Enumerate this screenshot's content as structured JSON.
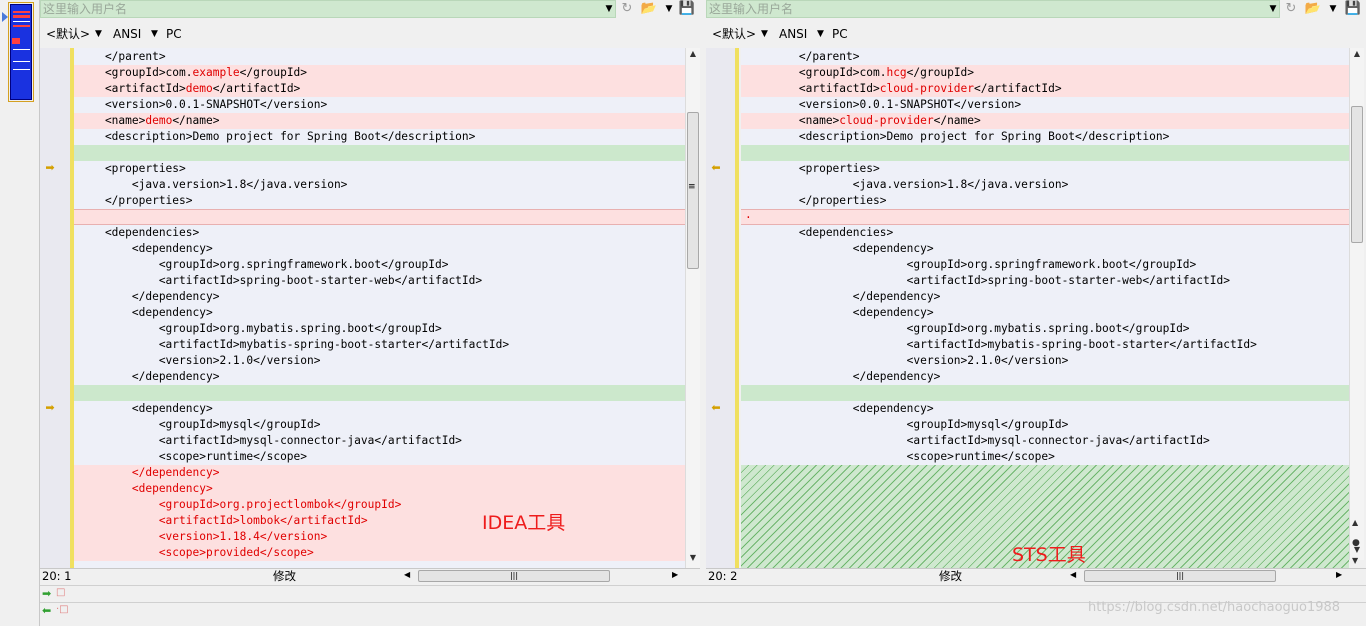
{
  "left": {
    "username_placeholder": "这里输入用户名",
    "encoding": {
      "profile": "<默认>",
      "charset": "ANSI",
      "lineend": "PC"
    },
    "status": {
      "position": "20: 1",
      "state": "修改"
    },
    "annotation": "IDEA工具",
    "lines": [
      {
        "segs": [
          {
            "t": "    </parent>"
          }
        ],
        "bg": ""
      },
      {
        "segs": [
          {
            "t": "    <groupId>com."
          },
          {
            "t": "example",
            "c": "red"
          },
          {
            "t": "</groupId>"
          }
        ],
        "bg": "red"
      },
      {
        "segs": [
          {
            "t": "    <artifactId>"
          },
          {
            "t": "demo",
            "c": "red"
          },
          {
            "t": "</artifactId>"
          }
        ],
        "bg": "red"
      },
      {
        "segs": [
          {
            "t": "    <version>0.0.1-SNAPSHOT</version>"
          }
        ],
        "bg": ""
      },
      {
        "segs": [
          {
            "t": "    <name>"
          },
          {
            "t": "demo",
            "c": "red"
          },
          {
            "t": "</name>"
          }
        ],
        "bg": "red"
      },
      {
        "segs": [
          {
            "t": "    <description>Demo project for Spring Boot</description>"
          }
        ],
        "bg": ""
      },
      {
        "segs": [
          {
            "t": ""
          }
        ],
        "bg": "green"
      },
      {
        "segs": [
          {
            "t": "    <properties>"
          }
        ],
        "bg": ""
      },
      {
        "segs": [
          {
            "t": "        <java.version>1.8</java.version>"
          }
        ],
        "bg": ""
      },
      {
        "segs": [
          {
            "t": "    </properties>"
          }
        ],
        "bg": ""
      },
      {
        "segs": [
          {
            "t": ""
          }
        ],
        "bg": "redb"
      },
      {
        "segs": [
          {
            "t": "    <dependencies>"
          }
        ],
        "bg": ""
      },
      {
        "segs": [
          {
            "t": "        <dependency>"
          }
        ],
        "bg": ""
      },
      {
        "segs": [
          {
            "t": "            <groupId>org.springframework.boot</groupId>"
          }
        ],
        "bg": ""
      },
      {
        "segs": [
          {
            "t": "            <artifactId>spring-boot-starter-web</artifactId>"
          }
        ],
        "bg": ""
      },
      {
        "segs": [
          {
            "t": "        </dependency>"
          }
        ],
        "bg": ""
      },
      {
        "segs": [
          {
            "t": "        <dependency>"
          }
        ],
        "bg": ""
      },
      {
        "segs": [
          {
            "t": "            <groupId>org.mybatis.spring.boot</groupId>"
          }
        ],
        "bg": ""
      },
      {
        "segs": [
          {
            "t": "            <artifactId>mybatis-spring-boot-starter</artifactId>"
          }
        ],
        "bg": ""
      },
      {
        "segs": [
          {
            "t": "            <version>2.1.0</version>"
          }
        ],
        "bg": ""
      },
      {
        "segs": [
          {
            "t": "        </dependency>"
          }
        ],
        "bg": ""
      },
      {
        "segs": [
          {
            "t": ""
          }
        ],
        "bg": "green"
      },
      {
        "segs": [
          {
            "t": "        <dependency>"
          }
        ],
        "bg": ""
      },
      {
        "segs": [
          {
            "t": "            <groupId>mysql</groupId>"
          }
        ],
        "bg": ""
      },
      {
        "segs": [
          {
            "t": "            <artifactId>mysql-connector-java</artifactId>"
          }
        ],
        "bg": ""
      },
      {
        "segs": [
          {
            "t": "            <scope>runtime</scope>"
          }
        ],
        "bg": ""
      },
      {
        "segs": [
          {
            "t": "        </dependency>",
            "c": "red"
          }
        ],
        "bg": "red"
      },
      {
        "segs": [
          {
            "t": "        <dependency>",
            "c": "red"
          }
        ],
        "bg": "red"
      },
      {
        "segs": [
          {
            "t": "            <groupId>org.projectlombok</groupId>",
            "c": "red"
          }
        ],
        "bg": "red"
      },
      {
        "segs": [
          {
            "t": "            <artifactId>lombok</artifactId>",
            "c": "red"
          }
        ],
        "bg": "red"
      },
      {
        "segs": [
          {
            "t": "            <version>1.18.4</version>",
            "c": "red"
          }
        ],
        "bg": "red"
      },
      {
        "segs": [
          {
            "t": "            <scope>provided</scope>",
            "c": "red"
          }
        ],
        "bg": "red"
      }
    ]
  },
  "right": {
    "username_placeholder": "这里输入用户名",
    "encoding": {
      "profile": "<默认>",
      "charset": "ANSI",
      "lineend": "PC"
    },
    "status": {
      "position": "20: 2",
      "state": "修改"
    },
    "annotation": "STS工具",
    "lines": [
      {
        "segs": [
          {
            "t": "        </parent>"
          }
        ],
        "bg": ""
      },
      {
        "segs": [
          {
            "t": "        <groupId>com."
          },
          {
            "t": "hcg",
            "c": "red"
          },
          {
            "t": "</groupId>"
          }
        ],
        "bg": "red"
      },
      {
        "segs": [
          {
            "t": "        <artifactId>"
          },
          {
            "t": "cloud-provider",
            "c": "red"
          },
          {
            "t": "</artifactId>"
          }
        ],
        "bg": "red"
      },
      {
        "segs": [
          {
            "t": "        <version>0.0.1-SNAPSHOT</version>"
          }
        ],
        "bg": ""
      },
      {
        "segs": [
          {
            "t": "        <name>"
          },
          {
            "t": "cloud-provider",
            "c": "red"
          },
          {
            "t": "</name>"
          }
        ],
        "bg": "red"
      },
      {
        "segs": [
          {
            "t": "        <description>Demo project for Spring Boot</description>"
          }
        ],
        "bg": ""
      },
      {
        "segs": [
          {
            "t": ""
          }
        ],
        "bg": "green"
      },
      {
        "segs": [
          {
            "t": "        <properties>"
          }
        ],
        "bg": ""
      },
      {
        "segs": [
          {
            "t": "                <java.version>1.8</java.version>"
          }
        ],
        "bg": ""
      },
      {
        "segs": [
          {
            "t": "        </properties>"
          }
        ],
        "bg": ""
      },
      {
        "segs": [
          {
            "t": "·",
            "c": "red"
          }
        ],
        "bg": "redb"
      },
      {
        "segs": [
          {
            "t": "        <dependencies>"
          }
        ],
        "bg": ""
      },
      {
        "segs": [
          {
            "t": "                <dependency>"
          }
        ],
        "bg": ""
      },
      {
        "segs": [
          {
            "t": "                        <groupId>org.springframework.boot</groupId>"
          }
        ],
        "bg": ""
      },
      {
        "segs": [
          {
            "t": "                        <artifactId>spring-boot-starter-web</artifactId>"
          }
        ],
        "bg": ""
      },
      {
        "segs": [
          {
            "t": "                </dependency>"
          }
        ],
        "bg": ""
      },
      {
        "segs": [
          {
            "t": "                <dependency>"
          }
        ],
        "bg": ""
      },
      {
        "segs": [
          {
            "t": "                        <groupId>org.mybatis.spring.boot</groupId>"
          }
        ],
        "bg": ""
      },
      {
        "segs": [
          {
            "t": "                        <artifactId>mybatis-spring-boot-starter</artifactId>"
          }
        ],
        "bg": ""
      },
      {
        "segs": [
          {
            "t": "                        <version>2.1.0</version>"
          }
        ],
        "bg": ""
      },
      {
        "segs": [
          {
            "t": "                </dependency>"
          }
        ],
        "bg": ""
      },
      {
        "segs": [
          {
            "t": ""
          }
        ],
        "bg": "green"
      },
      {
        "segs": [
          {
            "t": "                <dependency>"
          }
        ],
        "bg": ""
      },
      {
        "segs": [
          {
            "t": "                        <groupId>mysql</groupId>"
          }
        ],
        "bg": ""
      },
      {
        "segs": [
          {
            "t": "                        <artifactId>mysql-connector-java</artifactId>"
          }
        ],
        "bg": ""
      },
      {
        "segs": [
          {
            "t": "                        <scope>runtime</scope>"
          }
        ],
        "bg": ""
      }
    ]
  },
  "watermark": "https://blog.csdn.net/haochaoguo1988",
  "icons": {
    "refresh": "refresh-icon",
    "open": "open-folder-icon",
    "save": "save-icon",
    "arrow": "diff-arrow-icon"
  },
  "colors": {
    "removed_bg": "#fde0e0",
    "added_bg": "#cce8cc",
    "changed_text": "#e00000",
    "annotation": "#ee1c1c",
    "marker": "#f0e060"
  }
}
